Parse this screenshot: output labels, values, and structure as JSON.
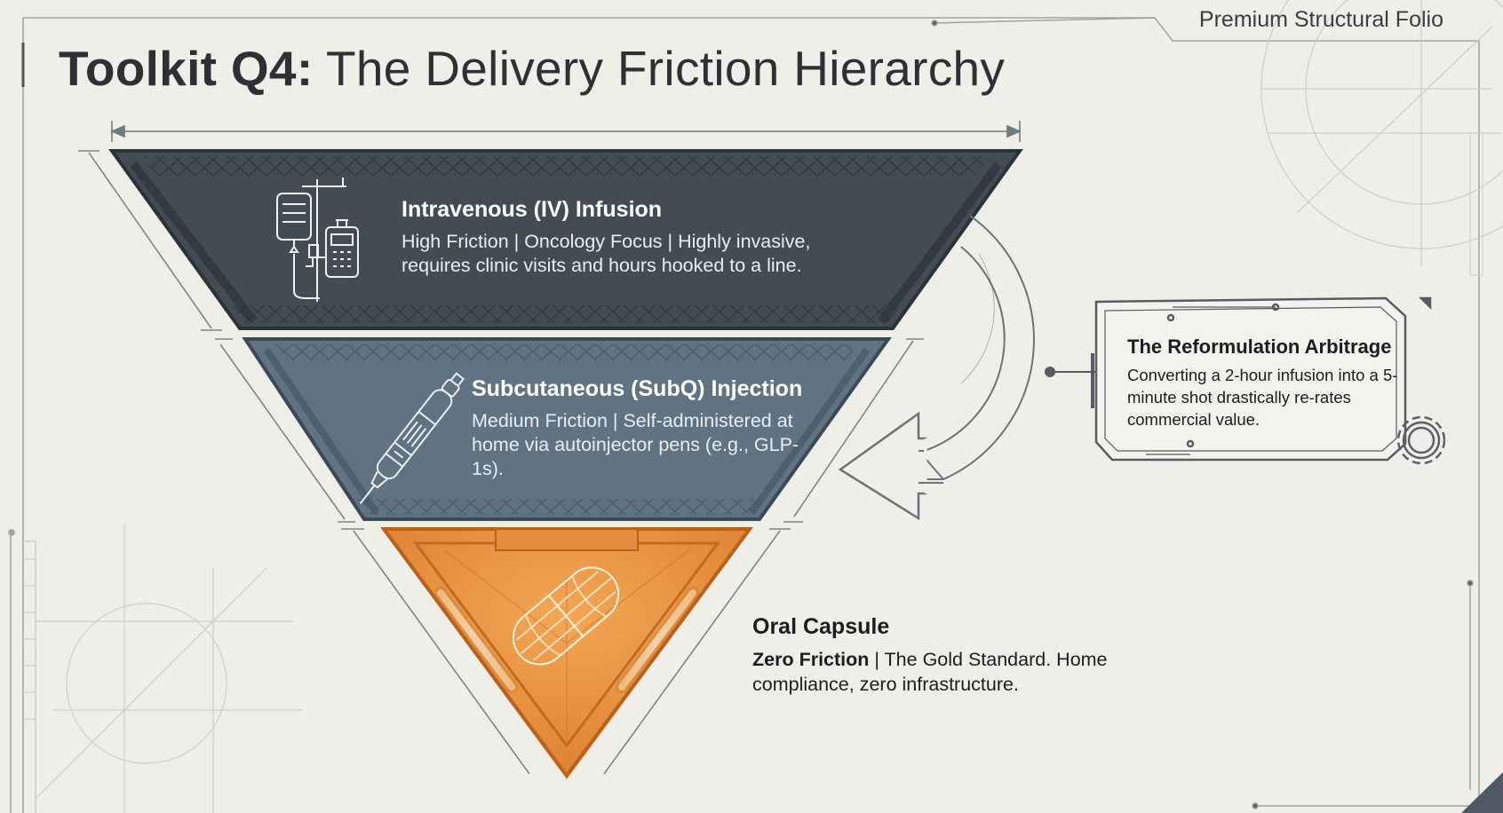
{
  "brand": "Premium Structural Folio",
  "title": {
    "bold": "Toolkit Q4:",
    "rest": " The Delivery Friction Hierarchy"
  },
  "tiers": [
    {
      "title": "Intravenous (IV) Infusion",
      "description": "High Friction | Oncology Focus | Highly invasive, requires clinic visits and hours hooked to a line.",
      "color": "#434c55",
      "icon": "iv-infusion-icon"
    },
    {
      "title": "Subcutaneous (SubQ) Injection",
      "description": "Medium Friction | Self-administered at home via autoinjector pens (e.g., GLP-1s).",
      "color": "#5f7382",
      "icon": "autoinjector-pen-icon"
    },
    {
      "title": "Oral Capsule",
      "description_bold": "Zero Friction",
      "description_rest": " | The Gold Standard. Home compliance, zero infrastructure.",
      "color": "#ec9a45",
      "icon": "capsule-icon"
    }
  ],
  "callout": {
    "title": "The Reformulation Arbitrage",
    "description": "Converting a 2-hour infusion into a 5-minute shot drastically re-rates commercial value.",
    "icon": "gear-icon"
  }
}
